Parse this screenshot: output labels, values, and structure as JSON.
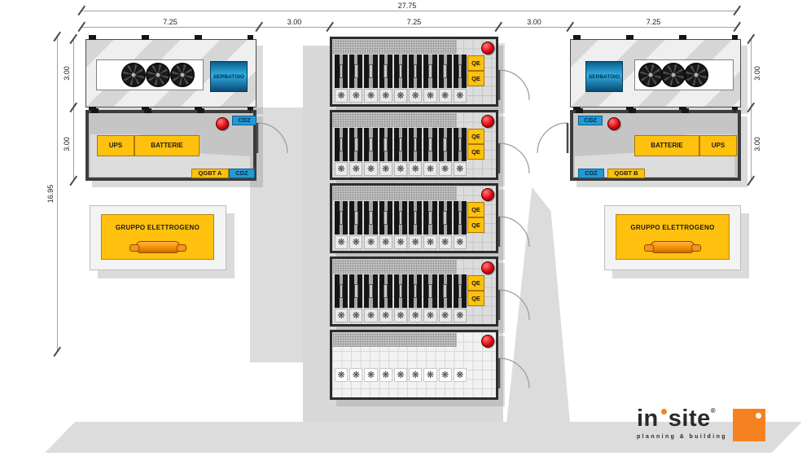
{
  "dimensions": {
    "overall_width": "27.75",
    "top_segments": [
      "7.25",
      "3.00",
      "7.25",
      "3.00",
      "7.25"
    ],
    "overall_height": "16.95",
    "left_row_heights": [
      "3.00",
      "3.00"
    ],
    "right_row_heights": [
      "3.00",
      "3.00"
    ]
  },
  "left_block": {
    "tank": "SERBATOIO",
    "room": {
      "ups": "UPS",
      "battery": "BATTERIE",
      "cdz_top": "CDZ",
      "qgbt": "QGBT A",
      "cdz_bottom": "CDZ"
    },
    "generator": "GRUPPO ELETTROGENO"
  },
  "right_block": {
    "tank": "SERBATOIO",
    "room": {
      "ups": "UPS",
      "battery": "BATTERIE",
      "cdz_top": "CDZ",
      "qgbt": "QGBT B",
      "cdz_bottom": "CDZ"
    },
    "generator": "GRUPPO ELETTROGENO"
  },
  "data_hall": {
    "rows": 5,
    "rows_with_racks": 4,
    "racks_per_row": 9,
    "fans_per_row": 9,
    "panel_label": "QE",
    "panels_per_row": 2
  },
  "icons": {
    "fan_glyph": "❋"
  },
  "logo": {
    "word1": "in",
    "word2": "site",
    "registered": "®",
    "tagline": "planning & building"
  },
  "colors": {
    "equipment_yellow": "#ffc10e",
    "hvac_blue": "#2399d6",
    "alarm_red": "#e30613",
    "accent_orange": "#f58220",
    "tank_blue": "#1783bd"
  }
}
